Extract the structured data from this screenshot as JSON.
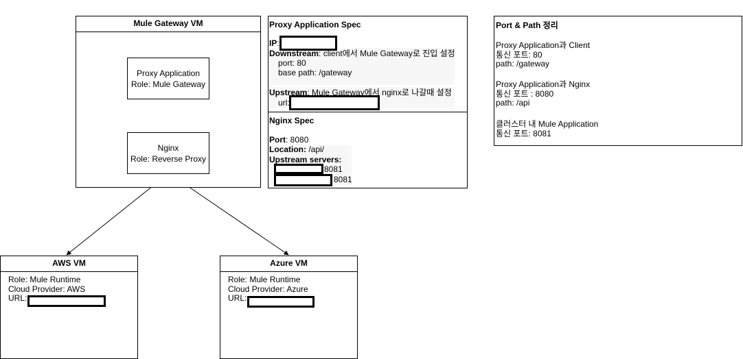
{
  "mule_gateway_vm": {
    "title": "Mule Gateway VM",
    "proxy_box": {
      "line1": "Proxy Application",
      "line2": "Role: Mule Gateway"
    },
    "nginx_box": {
      "line1": "Nginx",
      "line2": "Role: Reverse Proxy"
    }
  },
  "proxy_spec": {
    "title": "Proxy Application Spec",
    "ip_label": "IP",
    "ip_sep": ":",
    "downstream_label": "Downstream",
    "downstream_desc": ": client에서 Mule Gateway로 진입 설정",
    "port_line": "port: 80",
    "base_path_line": "base path: /gateway",
    "upstream_label": "Upstream",
    "upstream_desc": ": Mule Gateway에서 nginx로 나갈때 설정",
    "url_label": "url:"
  },
  "nginx_spec": {
    "title": "Nginx Spec",
    "port_label": "Port",
    "port_value": ": 8080",
    "location_label": "Location:",
    "location_value": " /api/",
    "upstream_label": "Upstream servers:",
    "server1_port": "8081",
    "server2_port": "8081"
  },
  "port_path": {
    "title": "Port & Path  정리",
    "g1": [
      "Proxy Application과 Client",
      "통신 포트: 80",
      "path: /gateway"
    ],
    "g2": [
      "Proxy Application과 Nginx",
      "통신 포트 : 8080",
      "path: /api"
    ],
    "g3": [
      "클러스터 내 Mule Application",
      "통신 포트: 8081"
    ]
  },
  "aws_vm": {
    "title": "AWS VM",
    "role": "Role: Mule Runtime",
    "provider": "Cloud Provider: AWS",
    "url_label": "URL:"
  },
  "azure_vm": {
    "title": "Azure VM",
    "role": "Role: Mule Runtime",
    "provider": "Cloud Provider: Azure",
    "url_label": "URL:"
  }
}
